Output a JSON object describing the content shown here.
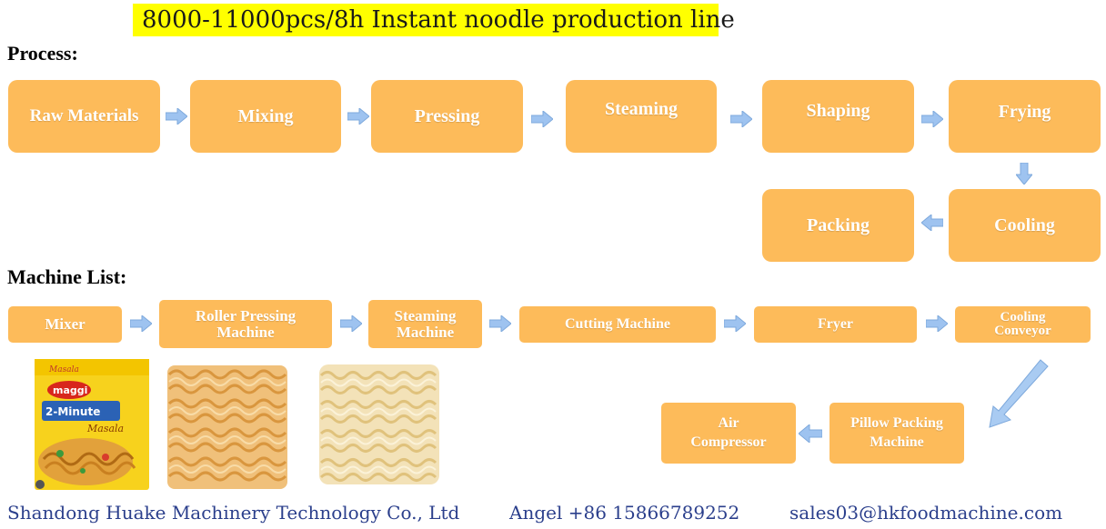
{
  "title": "8000-11000pcs/8h Instant noodle production line",
  "process_heading": "Process:",
  "machine_heading": "Machine List:",
  "process_steps": [
    "Raw Materials",
    "Mixing",
    "Pressing",
    "Steaming",
    "Shaping",
    "Frying",
    "Cooling",
    "Packing"
  ],
  "machines": {
    "mixer": "Mixer",
    "roller_1": "Roller Pressing",
    "roller_2": "Machine",
    "steaming_1": "Steaming",
    "steaming_2": "Machine",
    "cutting": "Cutting Machine",
    "fryer": "Fryer",
    "cooling_1": "Cooling",
    "cooling_2": "Conveyor",
    "pillow_1": "Pillow Packing",
    "pillow_2": "Machine",
    "air_1": "Air",
    "air_2": "Compressor"
  },
  "product_images": [
    "maggi-noodle-pack-image",
    "fried-noodle-block-image",
    "steamed-noodle-block-image"
  ],
  "footer": {
    "company": "Shandong Huake Machinery Technology Co., Ltd",
    "contact": "Angel +86 15866789252",
    "email": "sales03@hkfoodmachine.com"
  },
  "colors": {
    "box": "#fdbb5a",
    "arrow": "#9ec3f0",
    "title_bg": "#ffff00",
    "footer_text": "#2b3f8c"
  }
}
